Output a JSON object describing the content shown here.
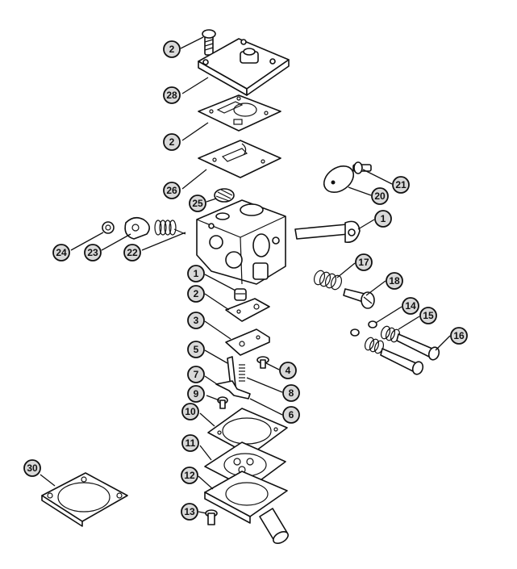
{
  "colors": {
    "line": "#111111",
    "callout_fill": "#d9d9d9",
    "background": "#ffffff"
  },
  "callouts": [
    {
      "id": "c-2-top",
      "label": "2"
    },
    {
      "id": "c-28",
      "label": "28"
    },
    {
      "id": "c-2-b",
      "label": "2"
    },
    {
      "id": "c-26",
      "label": "26"
    },
    {
      "id": "c-25",
      "label": "25"
    },
    {
      "id": "c-24",
      "label": "24"
    },
    {
      "id": "c-23",
      "label": "23"
    },
    {
      "id": "c-22",
      "label": "22"
    },
    {
      "id": "c-21",
      "label": "21"
    },
    {
      "id": "c-20",
      "label": "20"
    },
    {
      "id": "c-1-r",
      "label": "1"
    },
    {
      "id": "c-17",
      "label": "17"
    },
    {
      "id": "c-18",
      "label": "18"
    },
    {
      "id": "c-14",
      "label": "14"
    },
    {
      "id": "c-15",
      "label": "15"
    },
    {
      "id": "c-16",
      "label": "16"
    },
    {
      "id": "c-1-l",
      "label": "1"
    },
    {
      "id": "c-2-l",
      "label": "2"
    },
    {
      "id": "c-3",
      "label": "3"
    },
    {
      "id": "c-5",
      "label": "5"
    },
    {
      "id": "c-4",
      "label": "4"
    },
    {
      "id": "c-7",
      "label": "7"
    },
    {
      "id": "c-8",
      "label": "8"
    },
    {
      "id": "c-9",
      "label": "9"
    },
    {
      "id": "c-6",
      "label": "6"
    },
    {
      "id": "c-10",
      "label": "10"
    },
    {
      "id": "c-11",
      "label": "11"
    },
    {
      "id": "c-12",
      "label": "12"
    },
    {
      "id": "c-13",
      "label": "13"
    },
    {
      "id": "c-30",
      "label": "30"
    }
  ]
}
